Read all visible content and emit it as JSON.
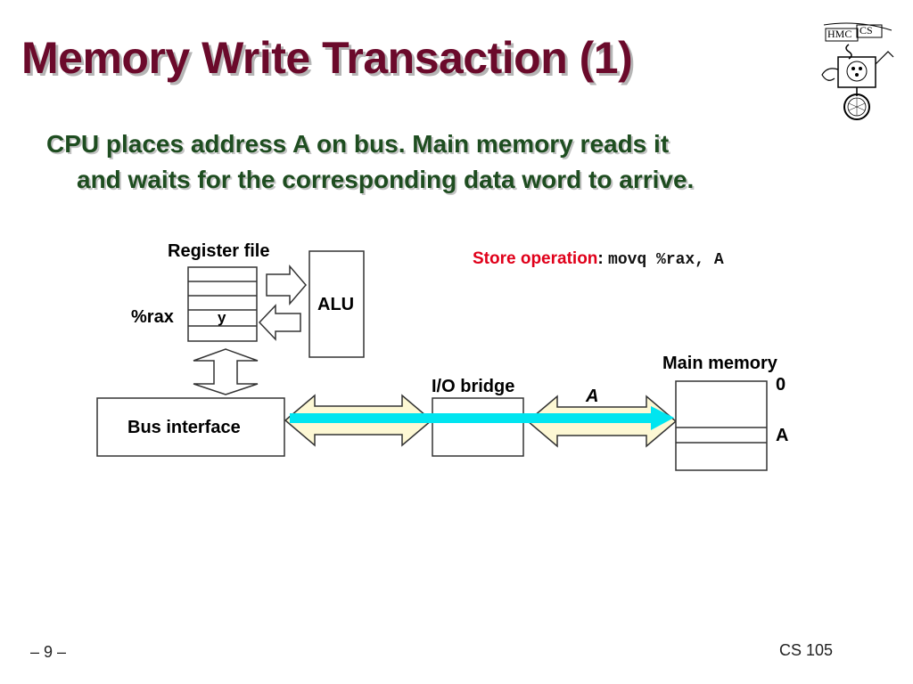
{
  "slide": {
    "title": "Memory Write Transaction (1)",
    "subtitle_line1": "CPU places address A on bus. Main memory reads it",
    "subtitle_line2": "and waits for the corresponding data word to arrive."
  },
  "diagram": {
    "register_file_label": "Register file",
    "rax_label": "%rax",
    "rax_value": "y",
    "alu_label": "ALU",
    "bus_interface_label": "Bus interface",
    "io_bridge_label": "I/O bridge",
    "bus_address_label": "A",
    "main_memory_label": "Main memory",
    "memory_addr_0": "0",
    "memory_addr_a": "A",
    "store_label": "Store operation",
    "store_colon": ":",
    "store_instruction": "movq %rax, A"
  },
  "logo": {
    "text": "HMC CS"
  },
  "footer": {
    "page_number": "– 9 –",
    "course": "CS 105"
  },
  "colors": {
    "title": "#6b0a2b",
    "subtitle": "#1e4d20",
    "store_label": "#e0001a",
    "bus_arrow_fill": "#fdf8d4",
    "address_highlight": "#00e5f0"
  }
}
